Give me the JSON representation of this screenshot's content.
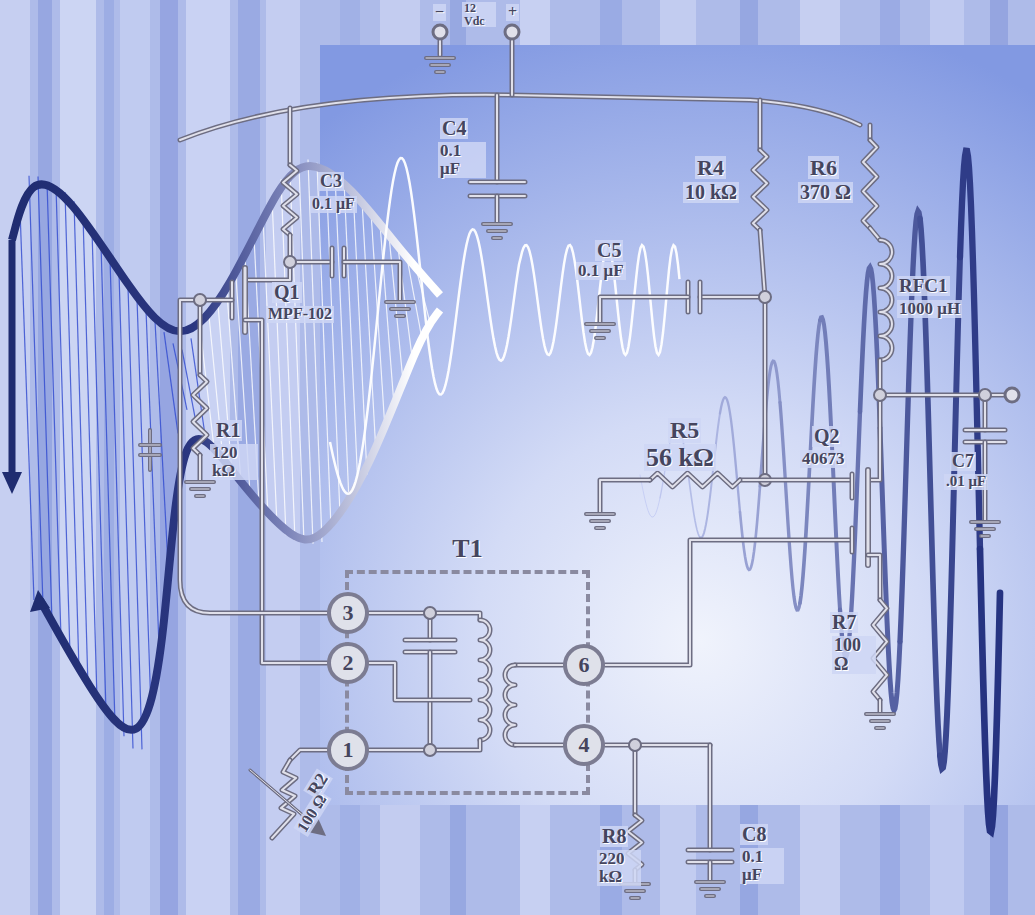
{
  "diagram": {
    "nodes": [
      {
        "text": [
          "T1"
        ]
      },
      {
        "text": [
          "3"
        ],
        "in": 0
      },
      {
        "text": [
          "2"
        ],
        "in": 0
      },
      {
        "text": [
          "1"
        ],
        "in": 0
      },
      {
        "text": [
          "6"
        ],
        "in": 0
      },
      {
        "text": [
          "4"
        ],
        "in": 0
      }
    ],
    "labels": [
      "−",
      "12 Vdc",
      "+",
      "C4",
      "0.1 μF",
      "C3",
      "0.1 μF",
      "Q1",
      "MPF-102",
      "R1",
      "120 kΩ",
      "C5",
      "0.1 μF",
      "R4",
      "10 kΩ",
      "R6",
      "370 Ω",
      "RFC1",
      "1000 μH",
      "R5",
      "56 kΩ",
      "Q2",
      "40673",
      "C7",
      ".01 μF",
      "R7",
      "100 Ω",
      "R8",
      "220 kΩ",
      "C8",
      "0.1 μF",
      "R2",
      "100 Ω"
    ]
  }
}
